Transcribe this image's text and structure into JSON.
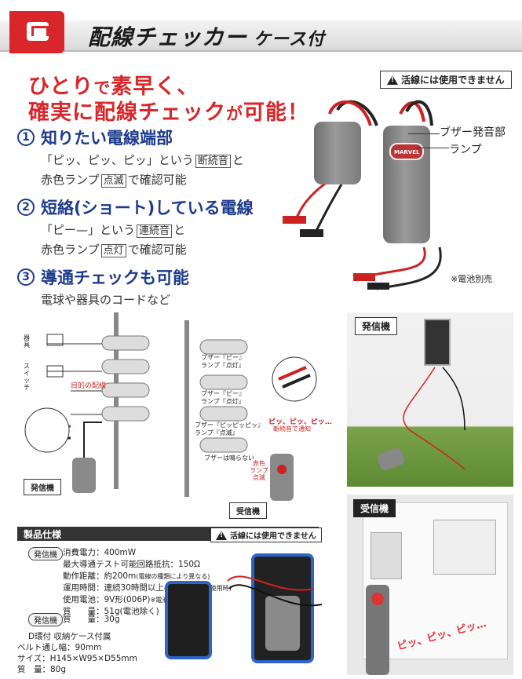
{
  "header": {
    "title": "配線チェッカー",
    "subtitle": "ケース付"
  },
  "headline": {
    "line1_a": "ひとり",
    "line1_b": "で",
    "line1_c": "素早く、",
    "line2_a": "確実に配線チェック",
    "line2_b": "が",
    "line2_c": "可能！"
  },
  "warning_top": "活線には使用できません",
  "features": [
    {
      "num": "1",
      "title": "知りたい電線端部",
      "l1_pre": "「ピッ、ピッ、ピッ」という",
      "l1_box": "断続音",
      "l1_post": "と",
      "l2_pre": "赤色ランプ",
      "l2_box": "点滅",
      "l2_post": "で確認可能"
    },
    {
      "num": "2",
      "title": "短絡(ショート)している電線",
      "l1_pre": "「ピー—」という",
      "l1_box": "連続音",
      "l1_post": "と",
      "l2_pre": "赤色ランプ",
      "l2_box": "点灯",
      "l2_post": "で確認可能"
    },
    {
      "num": "3",
      "title": "導通チェックも可能",
      "l1_pre": "電球や器具のコードなど"
    }
  ],
  "product": {
    "callout_buzzer": "ブザー発音部",
    "callout_lamp": "ランプ",
    "battery_note": "※電池別売",
    "brand": "MARVEL"
  },
  "diagram": {
    "label_fixture": "器具",
    "label_switch": "スイッチ",
    "label_target": "目的の配線",
    "label_beep1": "ブザー『ピー』",
    "label_lamp1": "ランプ『点灯』",
    "label_beep2": "ブザー『ピー』",
    "label_lamp2": "ランプ『点灯』",
    "label_beep3": "ブザー『ピッピッピッ』",
    "label_lamp3": "ランプ『点滅』",
    "label_silent": "ブザーは鳴らない",
    "label_sound": "ピッ、ピッ、ピッ…",
    "label_sound2": "断続音で通知",
    "label_redlamp1": "赤色",
    "label_redlamp2": "ランプ",
    "label_redlamp3": "点滅",
    "label_sender": "発信機",
    "label_receiver": "受信機"
  },
  "photos": {
    "sender_tag": "発信機",
    "receiver_tag": "受信機",
    "sound": "ピッ、ピッ、ピッ…"
  },
  "spec": {
    "title": "製品仕様",
    "warning": "活線には使用できません",
    "sender_tag": "発信機",
    "rows": [
      {
        "text": "消費電力：400mW"
      },
      {
        "text": "最大導通テスト可能回路抵抗：150Ω"
      },
      {
        "text": "動作距離：約200m",
        "small": "(電線の種類により異なる)"
      },
      {
        "text": "運用時間：連続30時間以上",
        "small": "(アルカリ乾電池使用時)"
      },
      {
        "text": "使用電池：9V形(006P)",
        "small": "※電池別売"
      },
      {
        "text": "質　　量：51g(電池除く)"
      }
    ],
    "receiver_tag": "発信機",
    "receiver_mass": "質　　量：30g",
    "case_title": "D環付 収納ケース付属",
    "case_rows": [
      "ベルト通し幅：90mm",
      "サイズ：H145×W95×D55mm",
      "質　量：80g"
    ]
  }
}
